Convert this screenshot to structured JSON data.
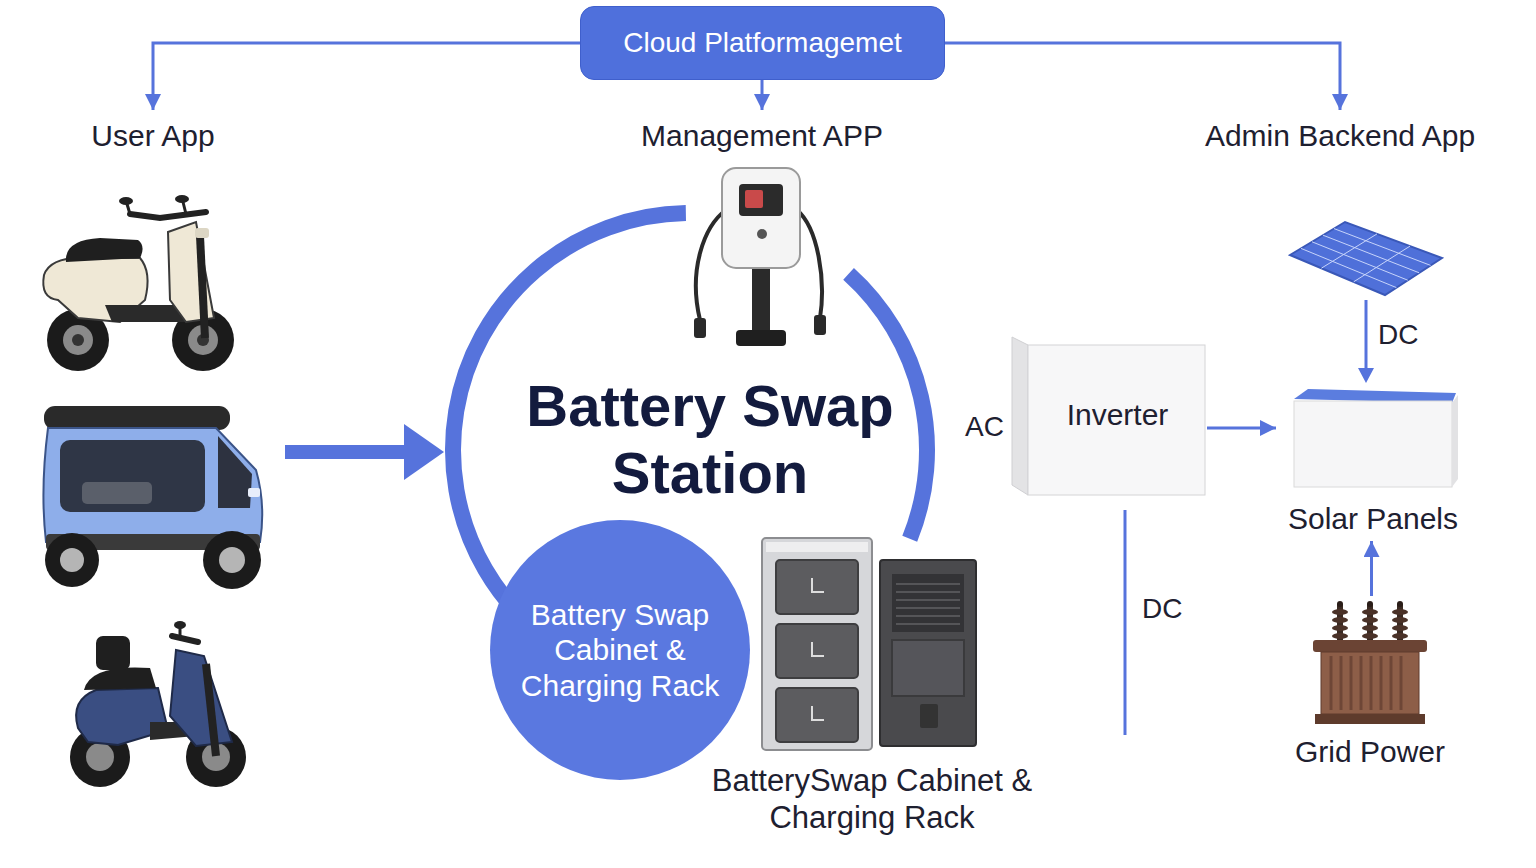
{
  "diagram": {
    "nodes": [
      {
        "text": [
          "Cloud Platformagemet"
        ]
      },
      {
        "text": [
          "User App"
        ]
      },
      {
        "text": [
          "Management APP"
        ]
      },
      {
        "text": [
          "Admin Backend App"
        ]
      },
      {
        "text": [
          "Battery Swap Station"
        ]
      },
      {
        "text": [
          "Battery Swap Cabinet & Charging Rack"
        ],
        "in": 4
      },
      {
        "text": [
          "Inverter"
        ]
      },
      {
        "text": [
          "Solar Panels"
        ]
      },
      {
        "text": [
          "Grid Power"
        ]
      }
    ],
    "edges": [
      {
        "from": 0,
        "to": 1,
        "arrow": "to"
      },
      {
        "from": 0,
        "to": 2,
        "arrow": "to"
      },
      {
        "from": 0,
        "to": 3,
        "arrow": "to"
      },
      {
        "from": 6,
        "to": 7,
        "arrow": "to"
      },
      {
        "from": 8,
        "to": 7,
        "arrow": "to"
      }
    ],
    "labels": [
      "DC",
      "AC",
      "DC",
      "BatterySwap Cabinet & Charging Rack"
    ]
  }
}
